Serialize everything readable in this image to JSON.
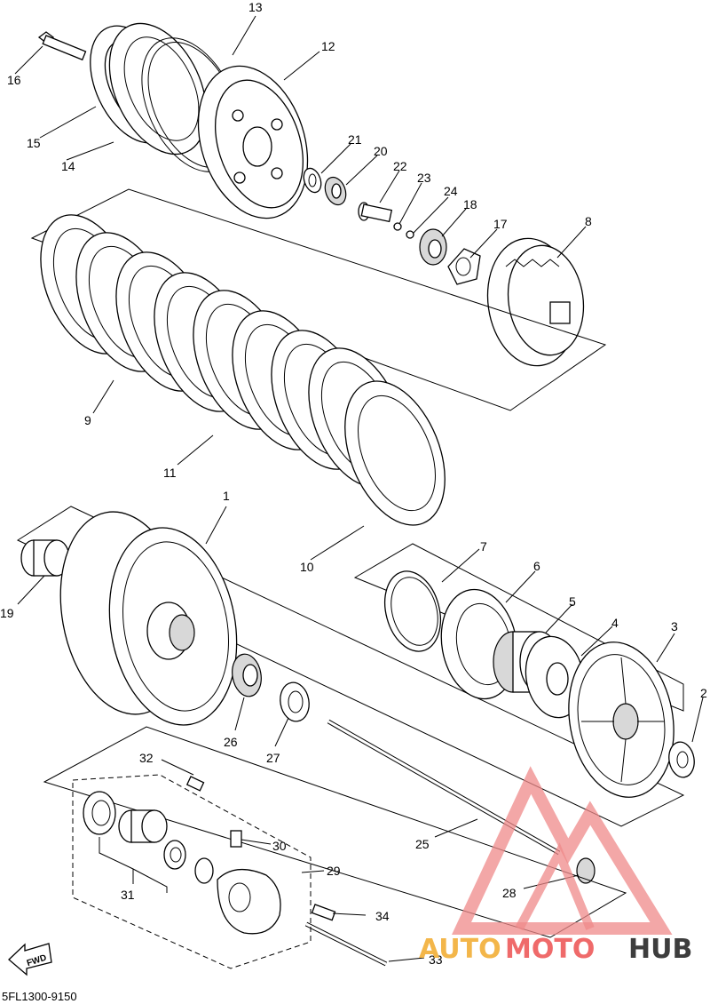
{
  "diagram": {
    "callouts": [
      "1",
      "2",
      "3",
      "4",
      "5",
      "6",
      "7",
      "8",
      "9",
      "10",
      "11",
      "12",
      "13",
      "14",
      "15",
      "16",
      "17",
      "18",
      "19",
      "20",
      "21",
      "22",
      "23",
      "24",
      "25",
      "26",
      "27",
      "28",
      "29",
      "30",
      "31",
      "32",
      "33",
      "34"
    ],
    "part_code": "5FL1300-9150",
    "fwd_label": "FWD"
  },
  "watermark": {
    "part1": "AUTO",
    "part2": "MOTO",
    "part3": "HUB",
    "colors": {
      "orange": "#f3b64a",
      "red": "#ef6a6a",
      "dark": "#3d3d3d"
    }
  }
}
